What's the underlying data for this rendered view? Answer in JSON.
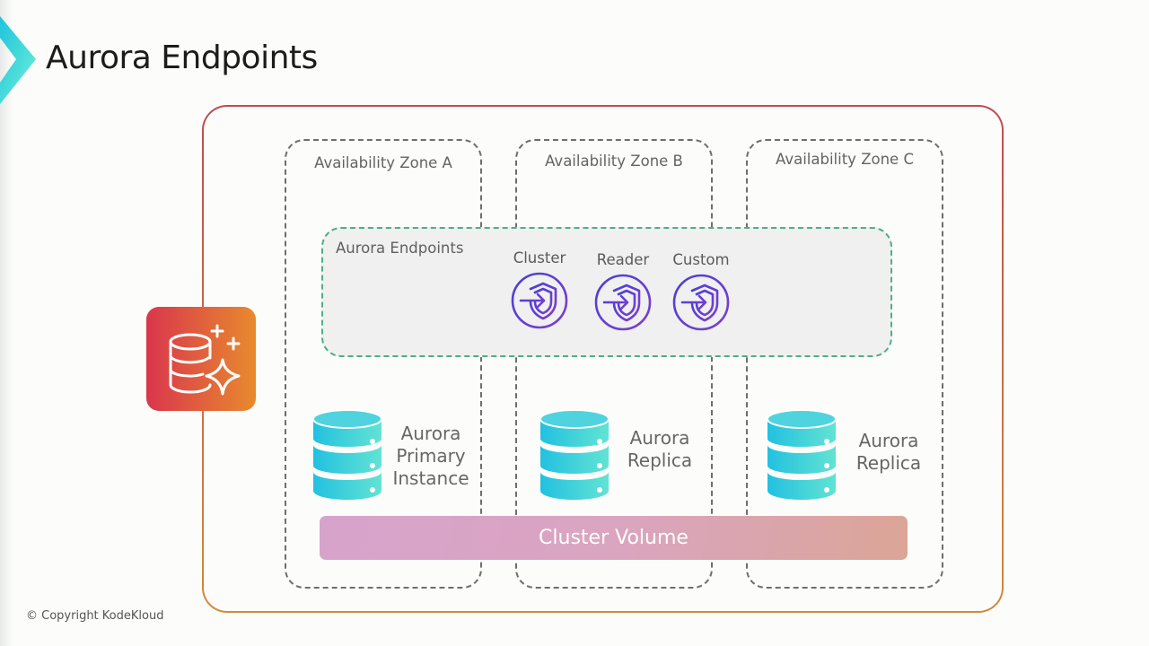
{
  "header": {
    "title": "Aurora Endpoints"
  },
  "footer": {
    "copyright": "© Copyright KodeKloud"
  },
  "icons": {
    "brand_chevron": "chevron-right-icon",
    "aurora_service": "aurora-database-sparkle-icon",
    "endpoint": "shield-arrow-endpoint-icon",
    "database": "database-cylinder-icon"
  },
  "colors": {
    "region_border_top": "#c24a52",
    "region_border_bottom": "#d08a3c",
    "aurora_badge_start": "#d9364c",
    "aurora_badge_end": "#e88a2e",
    "endpoints_border": "#4fae84",
    "endpoint_icon": "#5a3fd0",
    "database_start": "#22c1e0",
    "database_end": "#62e3d3",
    "cluster_volume_start": "#d7a3cc",
    "cluster_volume_end": "#dba597",
    "chevron_start": "#1fc4dc",
    "chevron_end": "#6ef0d8"
  },
  "diagram": {
    "zones": [
      {
        "label": "Availability Zone A"
      },
      {
        "label": "Availability Zone B"
      },
      {
        "label": "Availability Zone C"
      }
    ],
    "endpoints_group": {
      "label": "Aurora Endpoints",
      "endpoints": [
        {
          "label": "Cluster"
        },
        {
          "label": "Reader"
        },
        {
          "label": "Custom"
        }
      ]
    },
    "instances": [
      {
        "line1": "Aurora",
        "line2": "Primary",
        "line3": "Instance"
      },
      {
        "line1": "Aurora",
        "line2": "Replica"
      },
      {
        "line1": "Aurora",
        "line2": "Replica"
      }
    ],
    "cluster_volume": {
      "label": "Cluster Volume"
    }
  }
}
